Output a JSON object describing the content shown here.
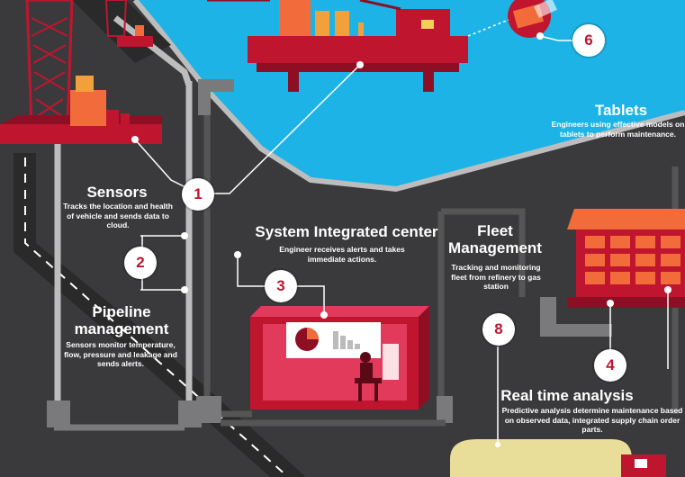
{
  "colors": {
    "background": "#3a3a3c",
    "water": "#1db3e6",
    "accent": "#c0152f",
    "orange": "#f26b3a",
    "pipe": "#bdbdbd"
  },
  "labels": {
    "sensors": {
      "title": "Sensors",
      "body": "Tracks the location and health of vehicle and sends data to cloud."
    },
    "pipeline": {
      "title": "Pipeline management",
      "body": "Sensors monitor temperature, flow, pressure and leakage and sends alerts."
    },
    "system": {
      "title": "System Integrated center",
      "body": "Engineer receives alerts and takes immediate actions."
    },
    "fleet": {
      "title": "Fleet Management",
      "body": "Tracking and monitoring fleet from refinery to gas station"
    },
    "tablets": {
      "title": "Tablets",
      "body": "Engineers using effective models on tablets to perform maintenance."
    },
    "realtime": {
      "title": "Real time analysis",
      "body": "Predictive analysis determine maintenance based on observed data, integrated supply chain order parts."
    }
  },
  "markers": {
    "m1": "1",
    "m2": "2",
    "m3": "3",
    "m4": "4",
    "m6": "6",
    "m8": "8"
  },
  "icons": [
    "oil-rig-icon",
    "offshore-platform-icon",
    "pie-chart-icon",
    "bar-chart-icon",
    "engineer-icon",
    "refinery-icon",
    "tanker-truck-icon",
    "tablet-icon"
  ]
}
